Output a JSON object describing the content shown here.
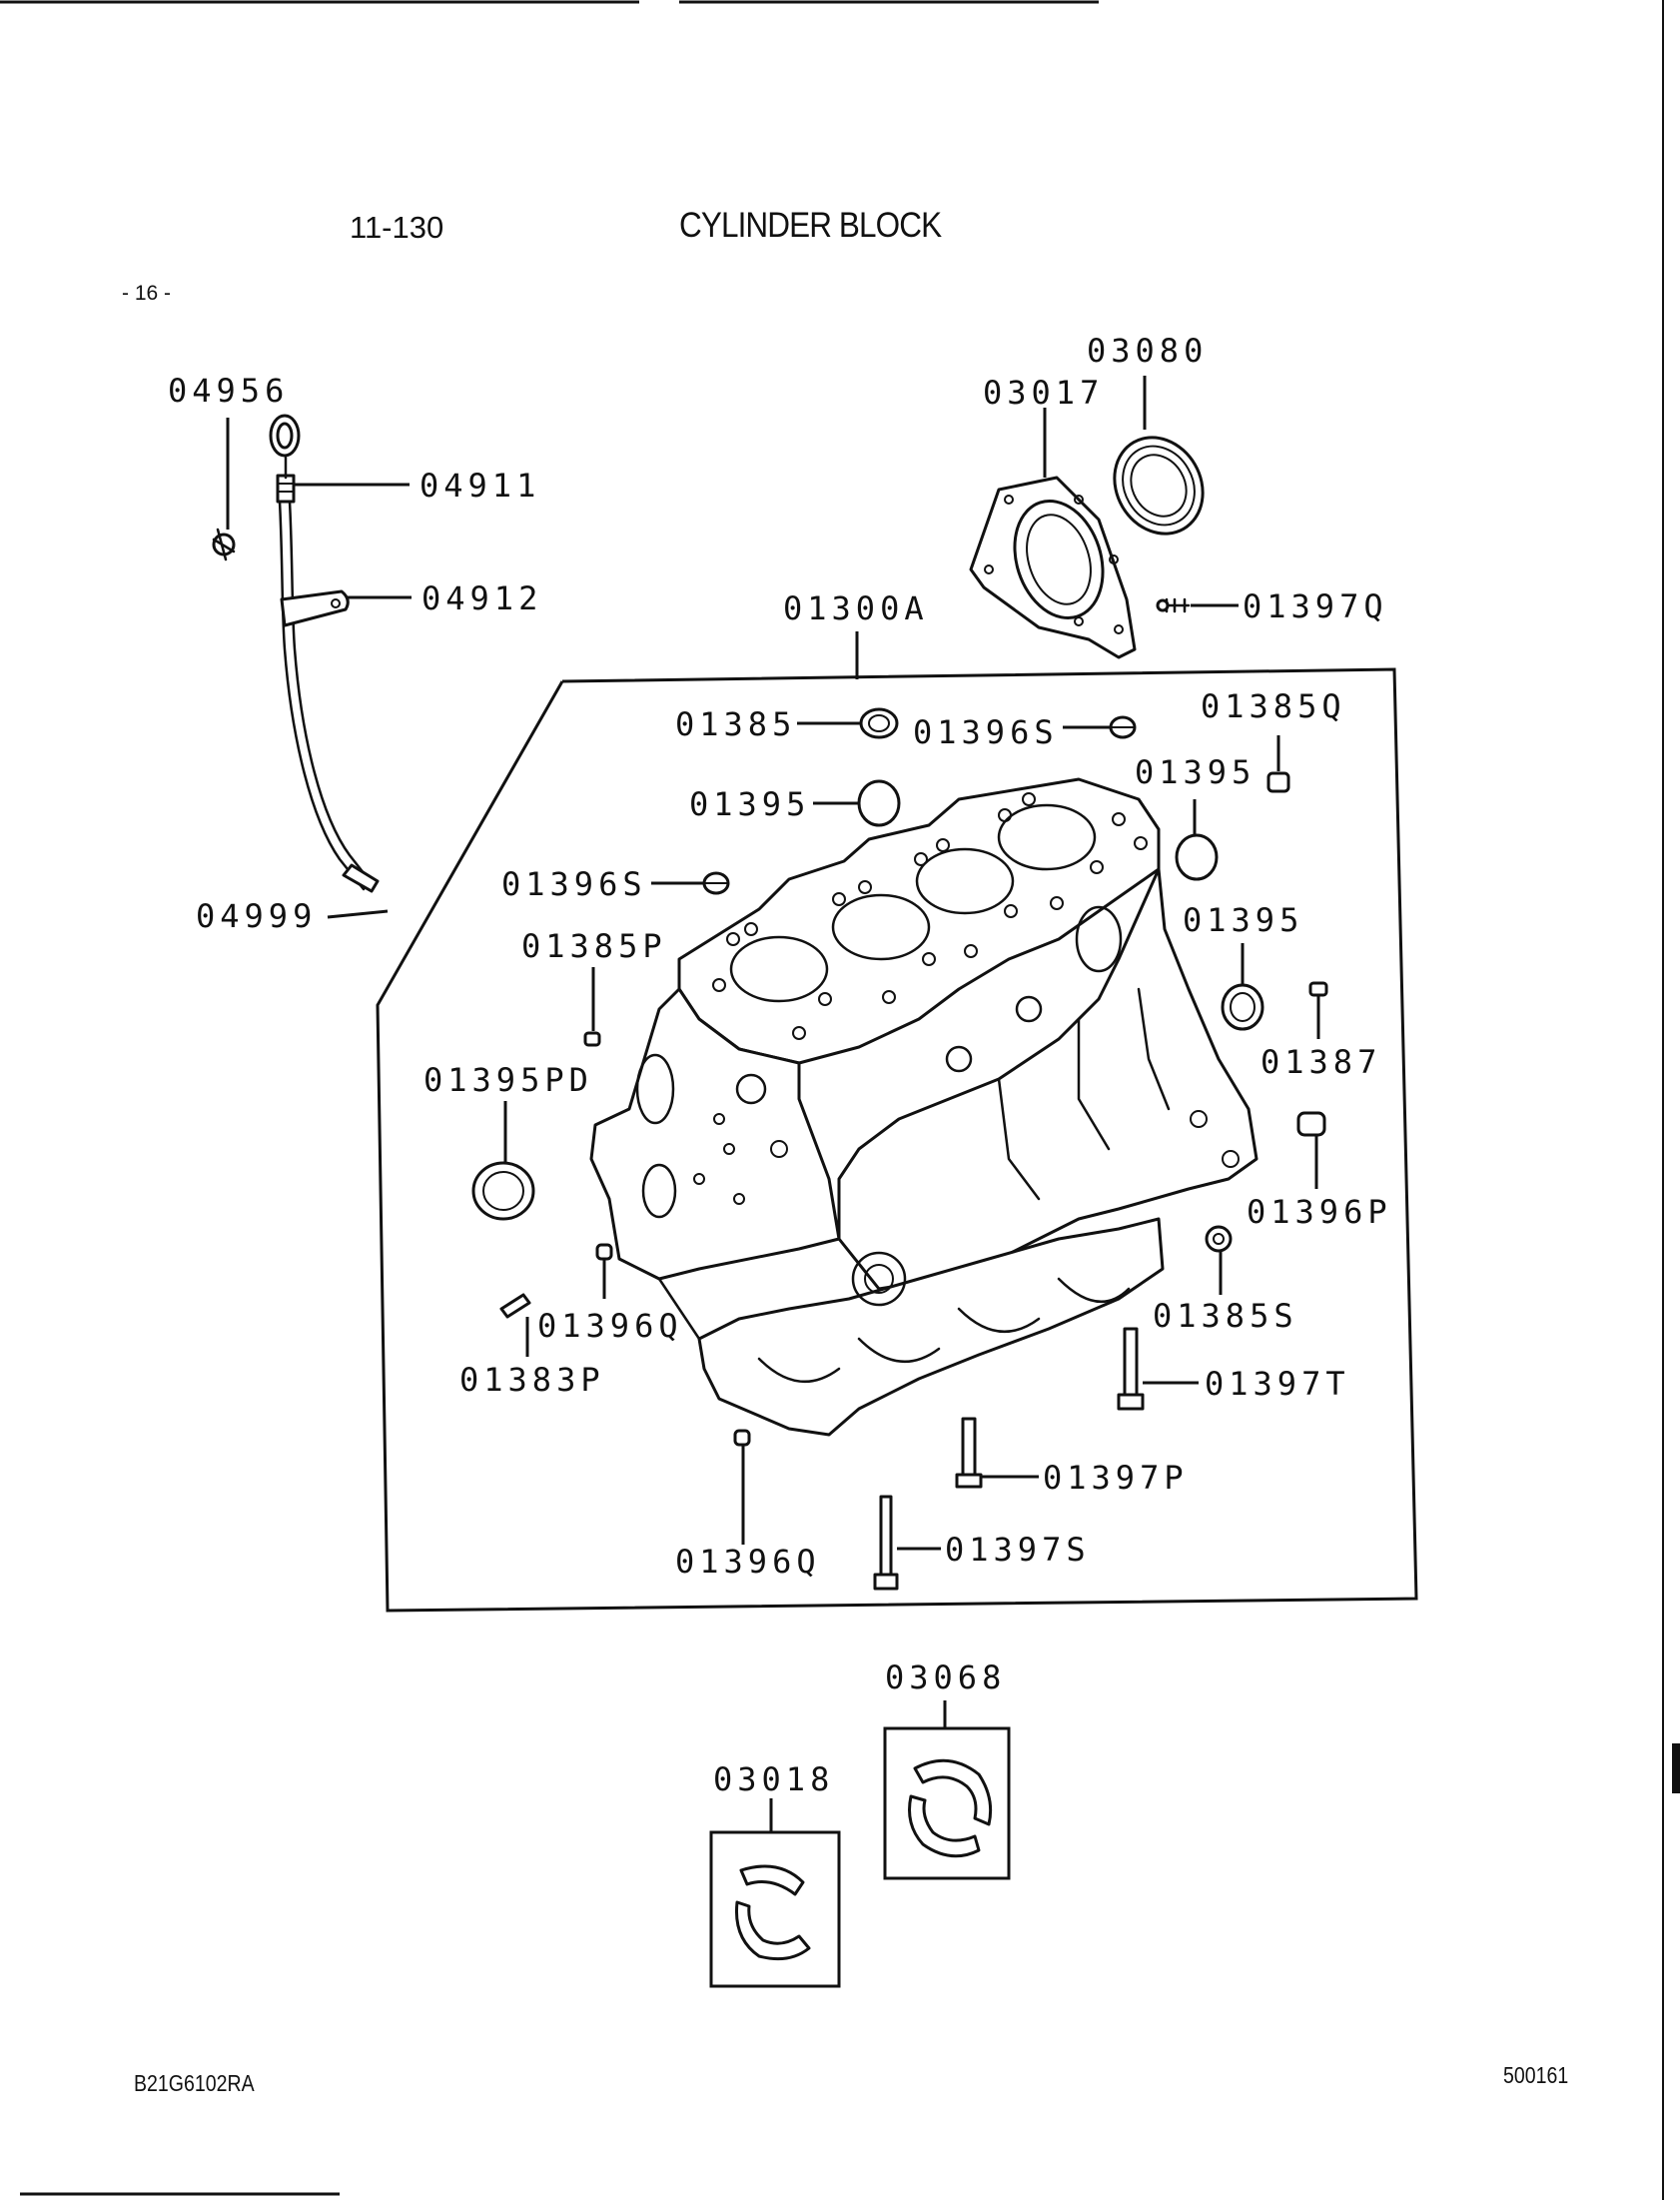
{
  "header": {
    "section": "11-130",
    "title": "CYLINDER BLOCK",
    "page_marker": "- 16 -"
  },
  "footer": {
    "left_code": "B21G6102RA",
    "right_code": "500161"
  },
  "callouts": [
    "04956",
    "04911",
    "04912",
    "04999",
    "03080",
    "03017",
    "01397Q",
    "01300A",
    "01385",
    "01396S",
    "01385Q",
    "01395",
    "01395",
    "01396S",
    "01395",
    "01385P",
    "01387",
    "01395PD",
    "01396P",
    "01385S",
    "01396Q",
    "01383P",
    "01397T",
    "01397P",
    "01396Q",
    "01397S",
    "03068",
    "03018"
  ]
}
